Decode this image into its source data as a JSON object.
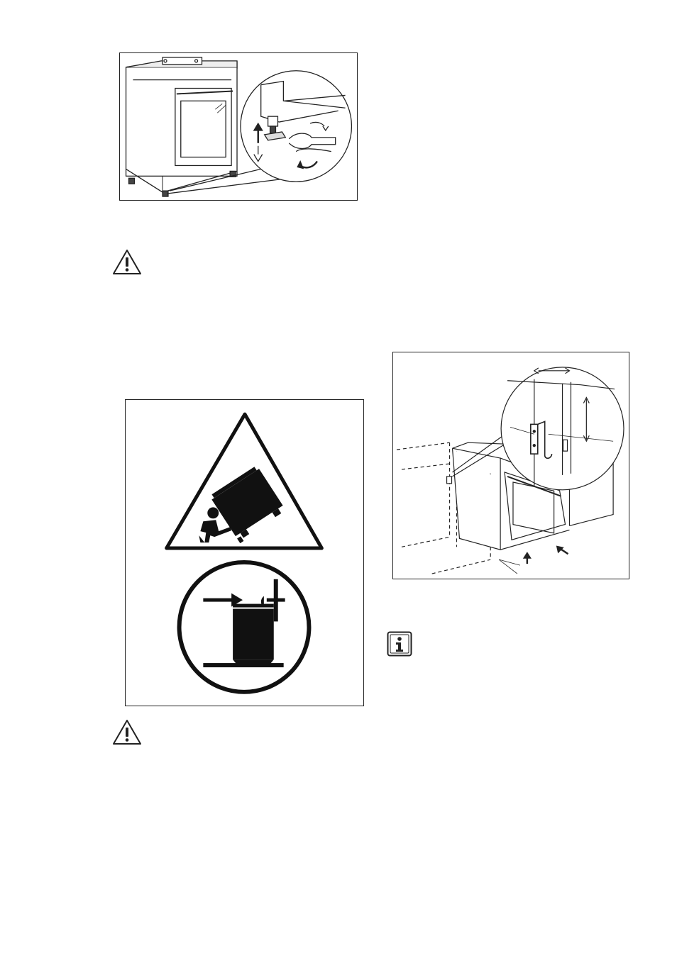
{
  "figures": [
    {
      "id": "levelling-feet",
      "icon": "cooker-adjustable-feet-illustration"
    },
    {
      "id": "anti-tilt-warning",
      "icon": "anti-tilt-warning-pictogram"
    },
    {
      "id": "anti-tilt-bracket",
      "icon": "anti-tilt-bracket-installation-illustration"
    }
  ],
  "notices": [
    {
      "type": "warning",
      "icon": "warning-triangle-icon"
    },
    {
      "type": "warning",
      "icon": "warning-triangle-icon"
    },
    {
      "type": "information",
      "icon": "info-icon"
    }
  ]
}
